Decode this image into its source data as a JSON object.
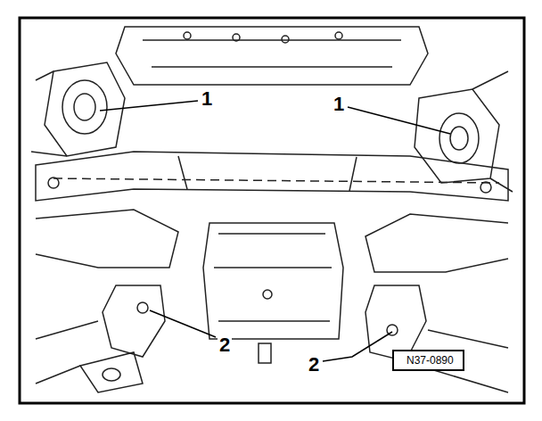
{
  "diagram": {
    "nodes": [
      {
        "text": [
          "N37-0890"
        ]
      }
    ],
    "labels": [
      "1",
      "1",
      "2",
      "2"
    ]
  }
}
